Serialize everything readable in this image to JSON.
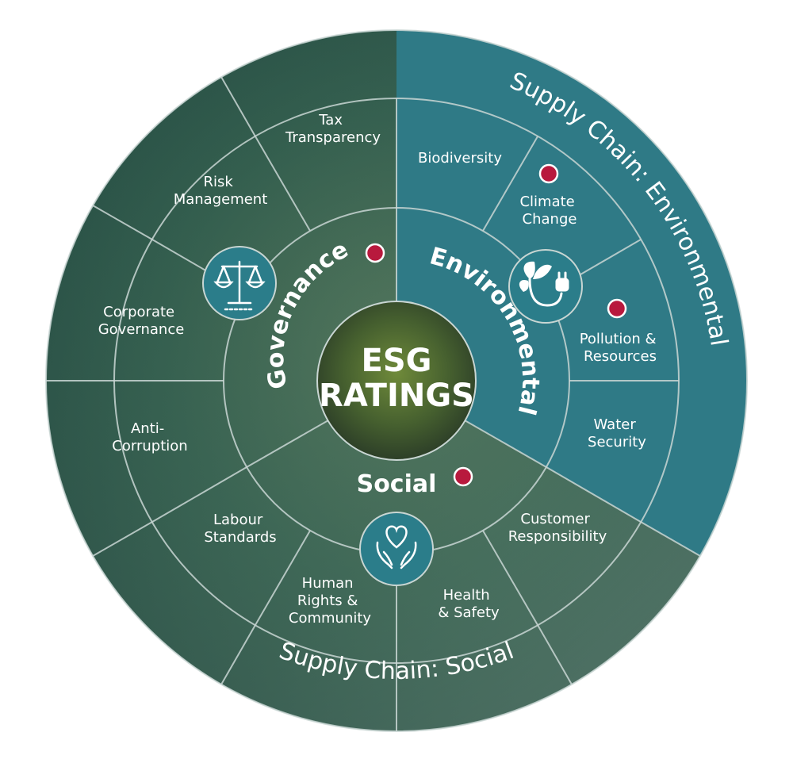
{
  "center": {
    "line1": "ESG",
    "line2": "RATINGS"
  },
  "pillars": {
    "governance": "Governance",
    "environmental": "Environmental",
    "social": "Social"
  },
  "supply_chain": {
    "environmental": "Supply Chain: Environmental",
    "social": "Supply Chain: Social"
  },
  "topics": {
    "tax": [
      "Tax",
      "Transparency"
    ],
    "risk": [
      "Risk",
      "Management"
    ],
    "corporate": [
      "Corporate",
      "Governance"
    ],
    "anti": [
      "Anti-",
      "Corruption"
    ],
    "labour": [
      "Labour",
      "Standards"
    ],
    "human": [
      "Human",
      "Rights &",
      "Community"
    ],
    "health": [
      "Health",
      "& Safety"
    ],
    "customer": [
      "Customer",
      "Responsibility"
    ],
    "water": [
      "Water",
      "Security"
    ],
    "pollution": [
      "Pollution &",
      "Resources"
    ],
    "climate": [
      "Climate",
      "Change"
    ],
    "biodiversity": [
      "Biodiversity"
    ]
  },
  "icons": {
    "governance": "scales-of-justice-icon",
    "environmental": "leaf-plug-icon",
    "social": "heart-in-hands-icon",
    "markers": "red-dot-marker"
  },
  "colors": {
    "forest": "#2f5a4b",
    "teal": "#2f7a86",
    "icon_circle": "#2b7d8a",
    "marker": "#b8193d",
    "divider": "#c9d6d3"
  }
}
